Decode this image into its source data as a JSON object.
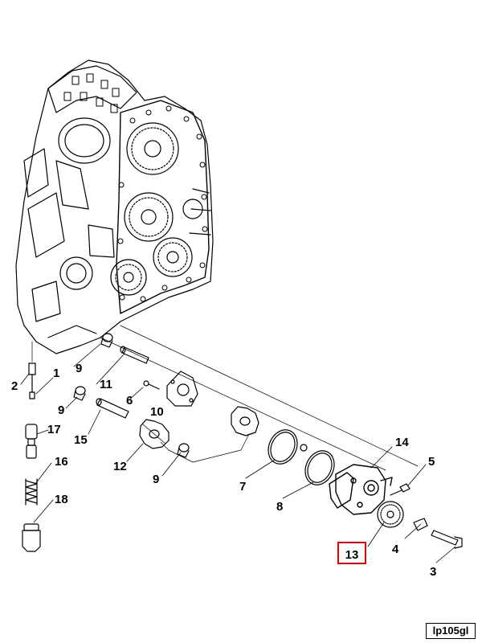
{
  "figure_id": "lp105gl",
  "highlighted_callout": "13",
  "highlight_color": "#e00000",
  "callouts": {
    "c1": "1",
    "c2": "2",
    "c3": "3",
    "c4": "4",
    "c5": "5",
    "c6": "6",
    "c7": "7",
    "c8": "8",
    "c9a": "9",
    "c9b": "9",
    "c9c": "9",
    "c10": "10",
    "c11": "11",
    "c12": "12",
    "c14": "14",
    "c15": "15",
    "c16": "16",
    "c17": "17",
    "c18": "18"
  }
}
